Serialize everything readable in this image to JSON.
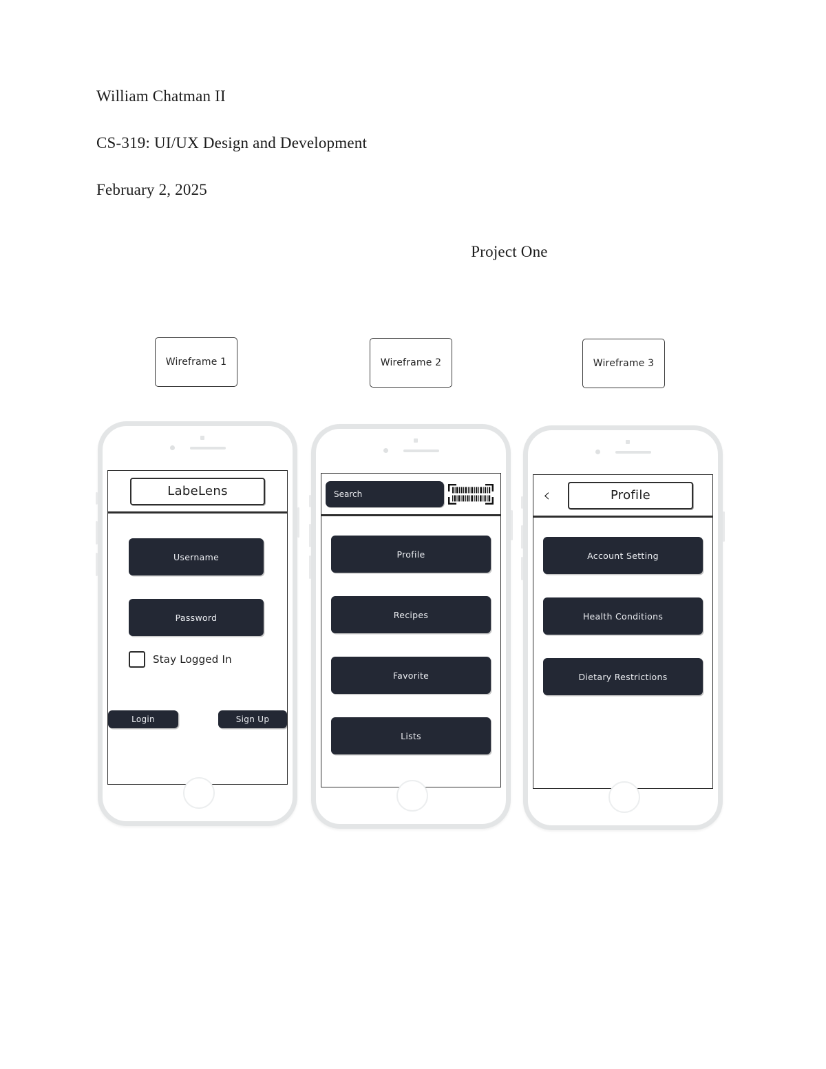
{
  "document": {
    "author": "William Chatman II",
    "course": "CS-319: UI/UX Design and Development",
    "date": "February 2, 2025",
    "title": "Project One"
  },
  "wireframe_labels": [
    {
      "text": "Wireframe 1"
    },
    {
      "text": "Wireframe 2"
    },
    {
      "text": "Wireframe 3"
    }
  ],
  "colors": {
    "button_fill": "#232834",
    "button_text": "#eceef2",
    "screen_border": "#2e2e2e",
    "phone_frame": "#e3e5e6",
    "page_background": "#ffffff"
  },
  "wireframes": [
    {
      "name": "login-screen",
      "header": {
        "title": "LabeLens"
      },
      "fields": [
        {
          "label": "Username"
        },
        {
          "label": "Password"
        }
      ],
      "checkbox": {
        "label": "Stay Logged In",
        "checked": false
      },
      "actions": [
        {
          "label": "Login"
        },
        {
          "label": "Sign Up"
        }
      ]
    },
    {
      "name": "home-screen",
      "header": {
        "search_value": "Search",
        "search_placeholder": "Search",
        "barcode_icon": "barcode-scan-icon"
      },
      "menu": [
        {
          "label": "Profile"
        },
        {
          "label": "Recipes"
        },
        {
          "label": "Favorite"
        },
        {
          "label": "Lists"
        }
      ]
    },
    {
      "name": "profile-screen",
      "header": {
        "back_icon": "chevron-left-icon",
        "title": "Profile"
      },
      "menu": [
        {
          "label": "Account Setting"
        },
        {
          "label": "Health Conditions"
        },
        {
          "label": "Dietary Restrictions"
        }
      ]
    }
  ]
}
